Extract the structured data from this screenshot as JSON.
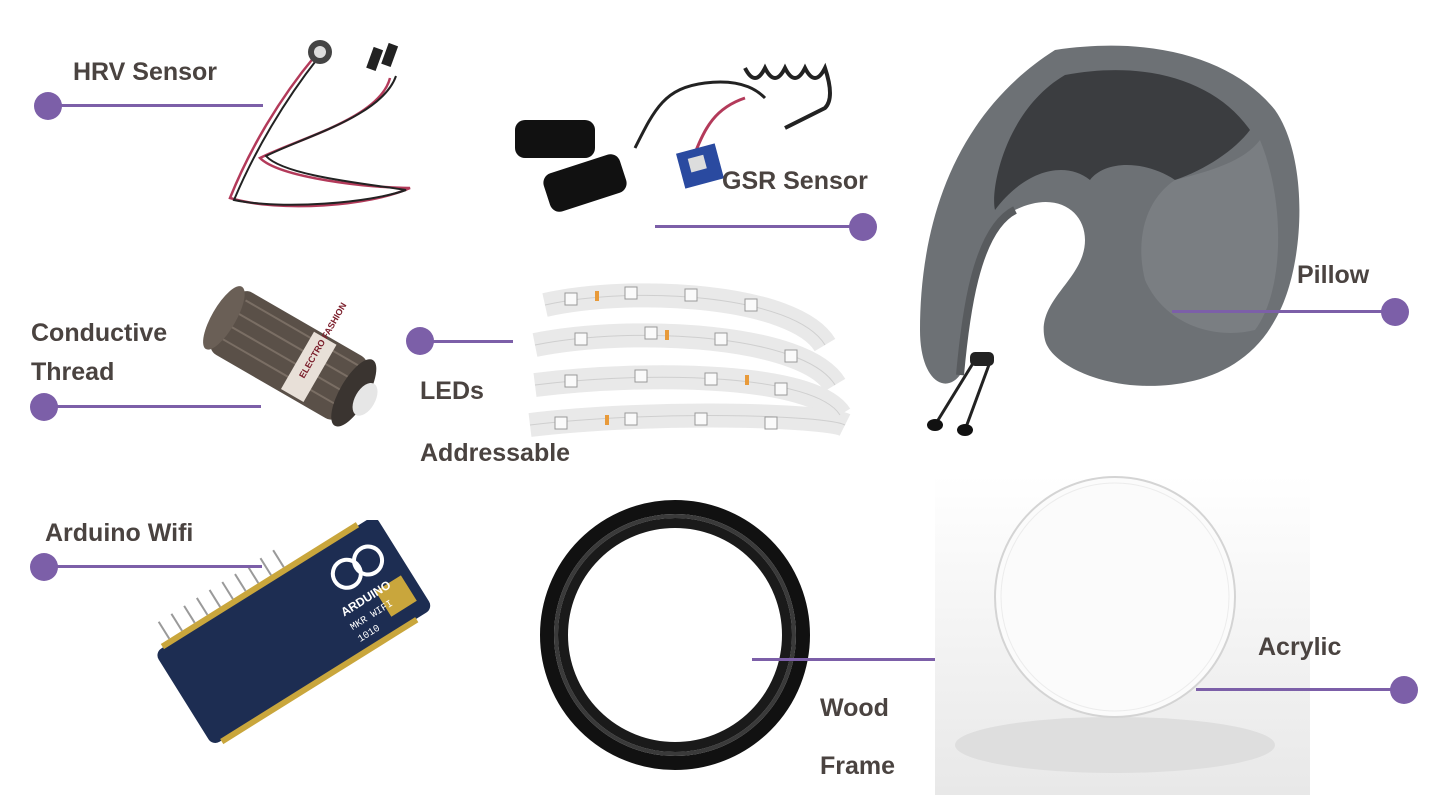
{
  "accent_color": "#7c5fa8",
  "items": [
    {
      "name": "HRV Sensor",
      "icon": "hrv-sensor-cable"
    },
    {
      "name": "GSR Sensor",
      "icon": "gsr-sensor-finger-straps"
    },
    {
      "name": "Pillow",
      "icon": "neck-pillow"
    },
    {
      "name": "Conductive",
      "name2": "Thread",
      "icon": "thread-spool"
    },
    {
      "name": "LEDs",
      "name2": "Addressable",
      "icon": "led-strip"
    },
    {
      "name": "Arduino Wifi",
      "icon": "arduino-board"
    },
    {
      "name": "Wood",
      "name2": "Frame",
      "icon": "wood-ring-frame"
    },
    {
      "name": "Acrylic",
      "icon": "acrylic-disc"
    }
  ],
  "spool_text": "ELECTRO FASHION",
  "board_text": [
    "ARDUINO",
    "MKR WIFI",
    "1010"
  ]
}
